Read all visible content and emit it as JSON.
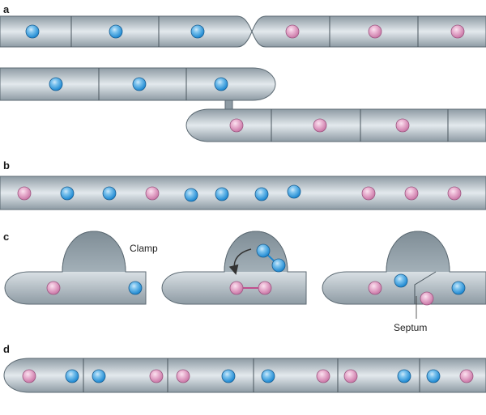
{
  "panels": {
    "a": {
      "label": "a"
    },
    "b": {
      "label": "b"
    },
    "c": {
      "label": "c"
    },
    "d": {
      "label": "d"
    }
  },
  "annotations": {
    "clamp": "Clamp",
    "septum": "Septum"
  },
  "colors": {
    "hypha_dark": "#8e9ba4",
    "hypha_light": "#e3e9ed",
    "outline": "#5c6a73",
    "nucleus_blue": "#1f8fd6",
    "nucleus_pink": "#d58ab6",
    "background": "#ffffff"
  },
  "icons": {
    "nucleus_a": "blue-nucleus-icon",
    "nucleus_b": "pink-nucleus-icon",
    "arrow": "curved-arrow-icon"
  }
}
